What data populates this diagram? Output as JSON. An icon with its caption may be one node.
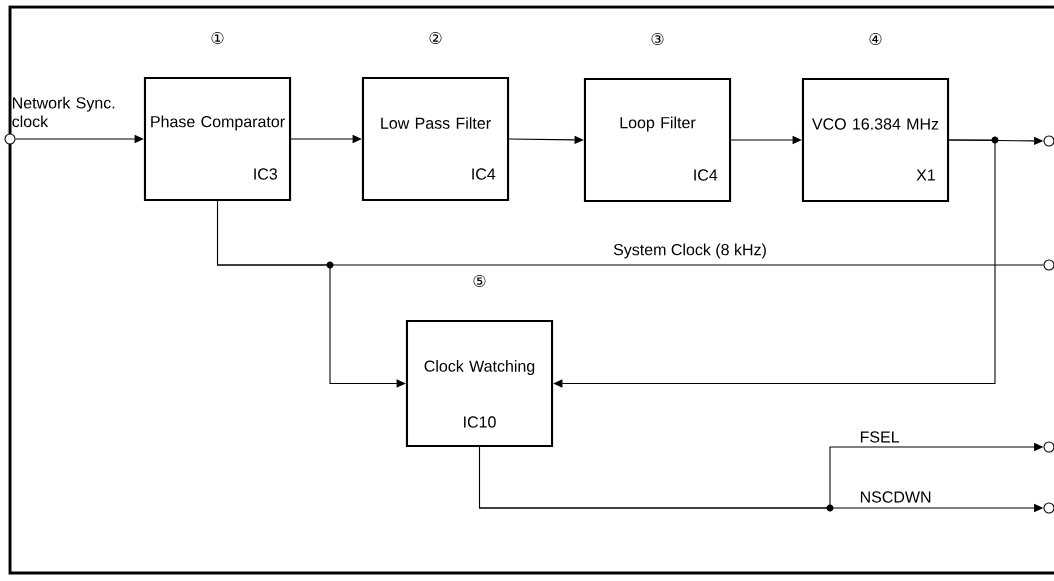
{
  "diagram": {
    "nodes": [
      {
        "text": [],
        "shape": "circle"
      },
      {
        "text": [
          "Phase Comparator",
          "IC3"
        ],
        "beside": [
          "①"
        ]
      },
      {
        "text": [
          "Low Pass Filter",
          "IC4"
        ],
        "beside": [
          "②"
        ]
      },
      {
        "text": [
          "Loop Filter",
          "IC4"
        ],
        "beside": [
          "③"
        ]
      },
      {
        "text": [
          "VCO 16.384 MHz",
          "X1"
        ],
        "beside": [
          "④"
        ]
      },
      {
        "text": [
          "Clock Watching",
          "IC10"
        ],
        "beside": [
          "⑤"
        ]
      },
      {
        "text": [],
        "shape": "circle"
      },
      {
        "text": [],
        "shape": "circle"
      },
      {
        "text": [],
        "shape": "circle"
      },
      {
        "text": [],
        "shape": "circle"
      }
    ],
    "edges": [
      {
        "from": 0,
        "to": 1,
        "arrow": "to",
        "label": "Network Sync. clock"
      },
      {
        "from": 1,
        "to": 2,
        "arrow": "to"
      },
      {
        "from": 2,
        "to": 3,
        "arrow": "to"
      },
      {
        "from": 3,
        "to": 4,
        "arrow": "to"
      },
      {
        "from": 4,
        "to": 6,
        "arrow": "to"
      },
      {
        "from": 1,
        "to": 7,
        "arrow": "none",
        "label": "System Clock (8 kHz)"
      },
      {
        "from": 1,
        "to": 5,
        "arrow": "to"
      },
      {
        "from": 4,
        "to": 5,
        "arrow": "to"
      },
      {
        "from": 5,
        "to": 8,
        "arrow": "to",
        "label": "FSEL"
      },
      {
        "from": 5,
        "to": 9,
        "arrow": "to",
        "label": "NSCDWN"
      }
    ]
  }
}
